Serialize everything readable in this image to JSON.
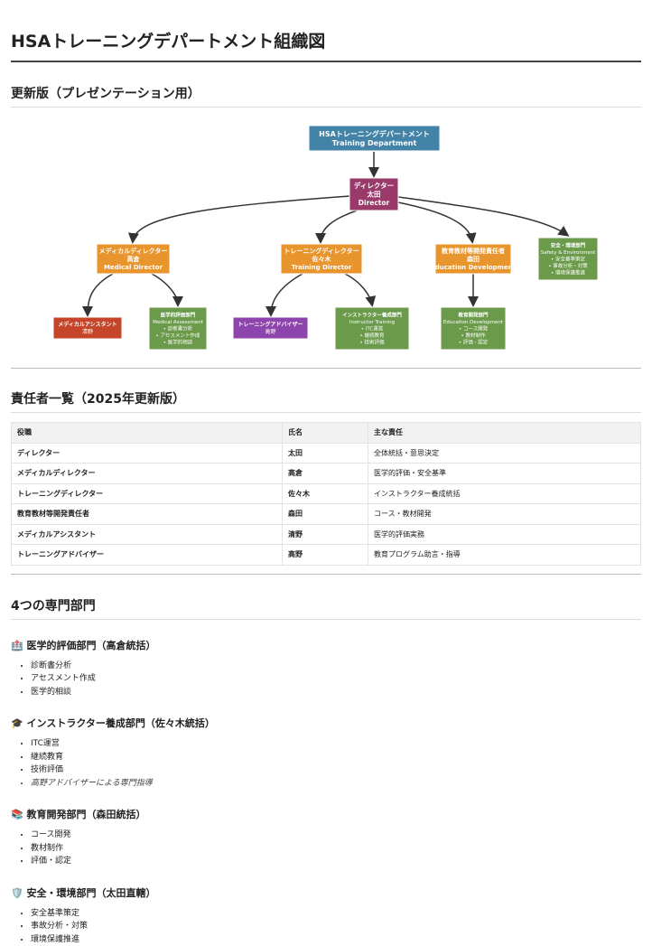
{
  "title": "HSAトレーニングデパートメント組織図",
  "section_chart": "更新版（プレゼンテーション用）",
  "chart": {
    "root": [
      "HSAトレーニングデパートメント",
      "Training Department"
    ],
    "director": [
      "ディレクター",
      "太田",
      "Director"
    ],
    "medical_director": [
      "メディカルディレクター",
      "高倉",
      "Medical Director"
    ],
    "training_director": [
      "トレーニングディレクター",
      "佐々木",
      "Training Director"
    ],
    "edu_director": [
      "教育教材等開発責任者",
      "森田",
      "Education Development"
    ],
    "safety": [
      "安全・環境部門",
      "Safety & Environment",
      "• 安全基準策定",
      "• 事故分析・対策",
      "• 環境保護推進"
    ],
    "medical_assistant": [
      "メディカルアシスタント",
      "清野"
    ],
    "medical_assessment": [
      "医学的評価部門",
      "Medical Assessment",
      "• 診断書分析",
      "• アセスメント作成",
      "• 医学的相談"
    ],
    "training_advisor": [
      "トレーニングアドバイザー",
      "高野"
    ],
    "instructor": [
      "インストラクター養成部門",
      "Instructor Training",
      "• ITC運営",
      "• 継続教育",
      "• 技術評価"
    ],
    "edu_dept": [
      "教育開発部門",
      "Education Development",
      "• コース開発",
      "• 教材制作",
      "• 評価・認定"
    ],
    "colors": {
      "root": "#4383a8",
      "director": "#9a3a6a",
      "manager": "#e8952e",
      "dept": "#6b9a4b",
      "assistant": "#c4452a",
      "advisor": "#8e44ad"
    }
  },
  "section_table": "責任者一覧（2025年更新版）",
  "table": {
    "headers": [
      "役職",
      "氏名",
      "主な責任"
    ],
    "rows": [
      [
        "ディレクター",
        "太田",
        "全体統括・意思決定"
      ],
      [
        "メディカルディレクター",
        "高倉",
        "医学的評価・安全基準"
      ],
      [
        "トレーニングディレクター",
        "佐々木",
        "インストラクター養成統括"
      ],
      [
        "教育教材等開発責任者",
        "森田",
        "コース・教材開発"
      ],
      [
        "メディカルアシスタント",
        "清野",
        "医学的評価実務"
      ],
      [
        "トレーニングアドバイザー",
        "高野",
        "教育プログラム助言・指導"
      ]
    ]
  },
  "section_depts": "4つの専門部門",
  "depts": [
    {
      "icon": "🏥",
      "title": "医学的評価部門（高倉統括）",
      "items": [
        "診断書分析",
        "アセスメント作成",
        "医学的相談"
      ]
    },
    {
      "icon": "🎓",
      "title": "インストラクター養成部門（佐々木統括）",
      "items": [
        "ITC運営",
        "継続教育",
        "技術評価"
      ],
      "note": "高野アドバイザーによる専門指導"
    },
    {
      "icon": "📚",
      "title": "教育開発部門（森田統括）",
      "items": [
        "コース開発",
        "教材制作",
        "評価・認定"
      ]
    },
    {
      "icon": "🛡️",
      "title": "安全・環境部門（太田直轄）",
      "items": [
        "安全基準策定",
        "事故分析・対策",
        "環境保護推進"
      ]
    }
  ]
}
